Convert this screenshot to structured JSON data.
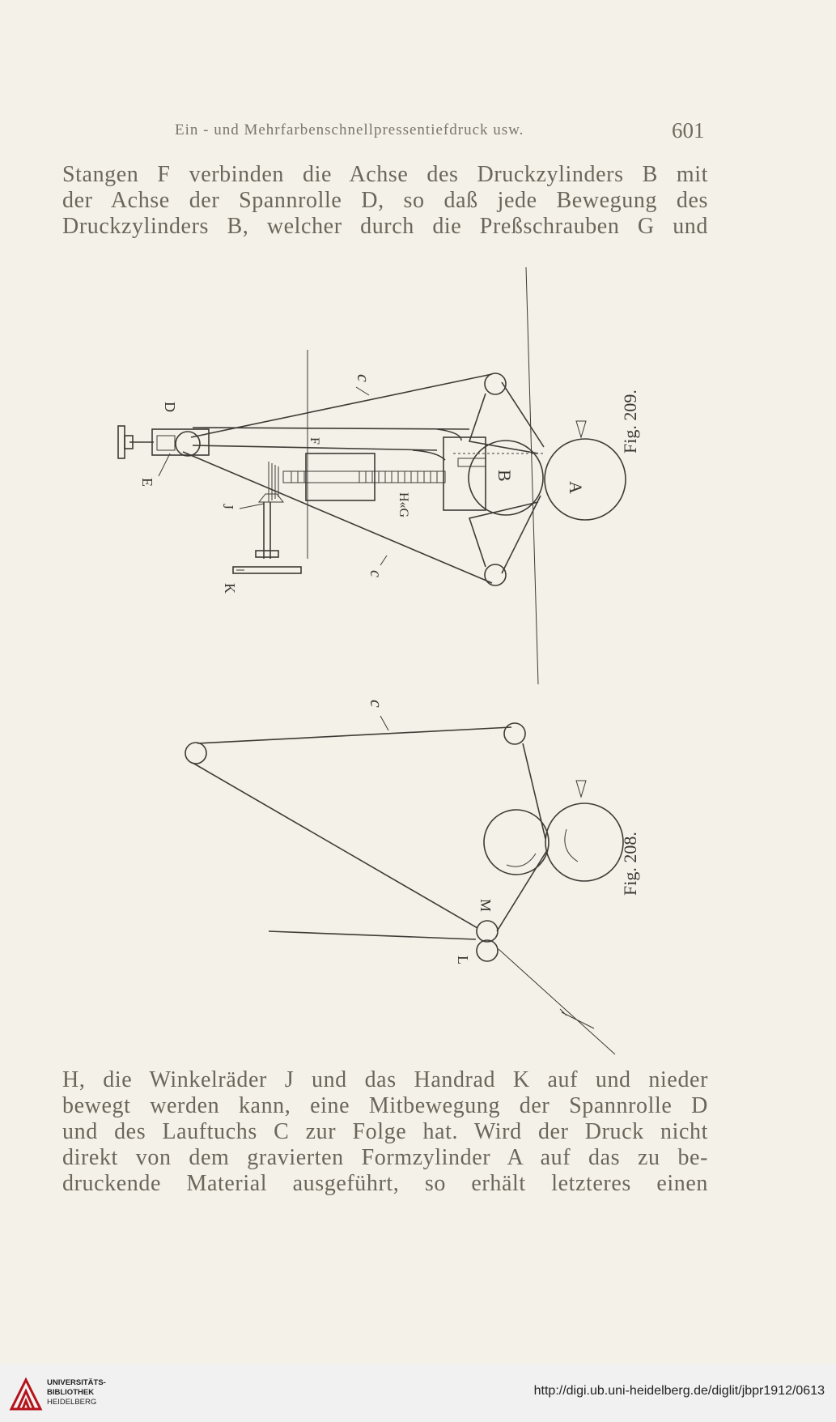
{
  "header": {
    "running_head": "Ein - und Mehrfarbenschnellpressentiefdruck usw.",
    "page_number": "601"
  },
  "paragraph_top": [
    "Stangen F verbinden die Achse des Druckzylinders B mit",
    "der Achse der Spannrolle D, so daß jede Bewegung des",
    "Druckzylinders B, welcher durch die Preßschrauben G und"
  ],
  "figure_209": {
    "caption": "Fig. 209.",
    "labels": {
      "c_top": "c",
      "c_bottom": "c",
      "D": "D",
      "E": "E",
      "F": "F",
      "J": "J",
      "K": "K",
      "H": "H«G",
      "B": "B",
      "A": "A"
    }
  },
  "figure_208": {
    "caption": "Fig. 208.",
    "labels": {
      "c": "c",
      "M": "M",
      "L": "L"
    }
  },
  "paragraph_bottom": [
    "H, die Winkelräder J und das Handrad K auf und nieder",
    "bewegt werden kann, eine Mitbewegung der Spannrolle D",
    "und des Lauftuchs C zur Folge hat. Wird der Druck nicht",
    "direkt von dem gravierten Formzylinder A auf das zu be-",
    "druckende Material ausgeführt, so erhält letzteres einen"
  ],
  "footer": {
    "logo_line1": "UNIVERSITÄTS-",
    "logo_line2": "BIBLIOTHEK",
    "logo_line3": "HEIDELBERG",
    "url": "http://digi.ub.uni-heidelberg.de/diglit/jbpr1912/0613"
  },
  "colors": {
    "paper": "#f4f1e8",
    "ink": "#3e3b36",
    "logo_red": "#b5121b"
  }
}
